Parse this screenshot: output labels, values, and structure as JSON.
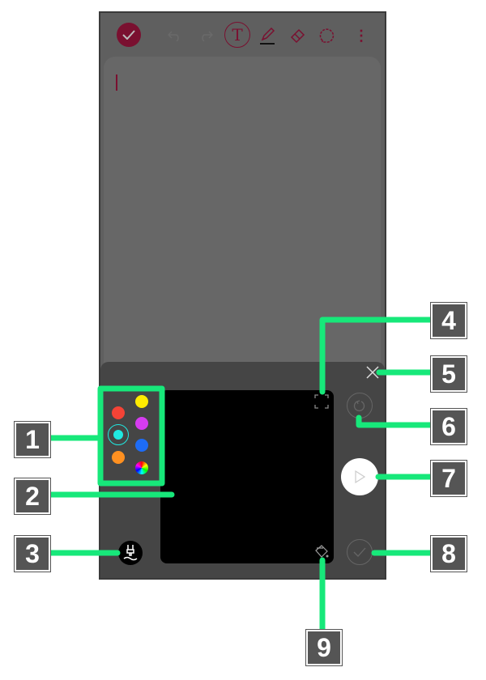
{
  "toolbar": {
    "items": [
      "done",
      "undo",
      "redo",
      "text",
      "pen",
      "eraser",
      "lasso",
      "more"
    ]
  },
  "palette": {
    "colors": [
      "#f44336",
      "#ffeb00",
      "#20e8e0",
      "#d63cf0",
      "#ff9020",
      "#1e6cf5"
    ],
    "selected": "#20e8e0"
  },
  "colors": {
    "accent": "#7a1030",
    "callout": "#17e87a"
  },
  "callouts": [
    "1",
    "2",
    "3",
    "4",
    "5",
    "6",
    "7",
    "8",
    "9"
  ]
}
